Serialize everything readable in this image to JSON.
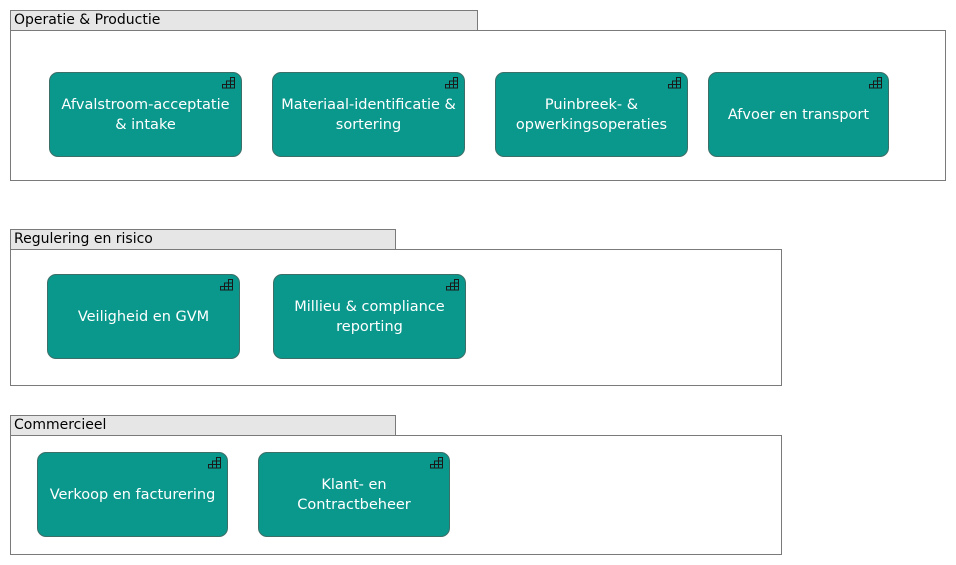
{
  "colors": {
    "capability_fill": "#0a978c",
    "capability_border": "#3b6f68",
    "group_tab": "#e6e6e6",
    "group_border": "#7a7a7a"
  },
  "icon": "capability-icon",
  "groups": [
    {
      "title": "Operatie & Productie",
      "items": [
        {
          "label": "Afvalstroom-acceptatie & intake"
        },
        {
          "label": "Materiaal-identificatie & sortering"
        },
        {
          "label": "Puinbreek- & opwerkingsoperaties"
        },
        {
          "label": "Afvoer en transport"
        }
      ]
    },
    {
      "title": "Regulering en risico",
      "items": [
        {
          "label": "Veiligheid en GVM"
        },
        {
          "label": "Millieu & compliance reporting"
        }
      ]
    },
    {
      "title": "Commercieel",
      "items": [
        {
          "label": "Verkoop en facturering"
        },
        {
          "label": "Klant- en Contractbeheer"
        }
      ]
    }
  ]
}
